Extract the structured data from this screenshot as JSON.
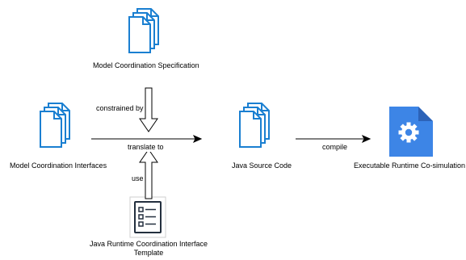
{
  "nodes": {
    "spec": {
      "label": "Model Coordination Specification",
      "icon": "document-stack-icon"
    },
    "interfaces": {
      "label": "Model Coordination Interfaces",
      "icon": "document-stack-icon"
    },
    "template": {
      "label": "Java Runtime Coordination Interface Template",
      "icon": "checklist-icon"
    },
    "source": {
      "label": "Java Source Code",
      "icon": "document-stack-icon"
    },
    "executable": {
      "label": "Executable Runtime Co-simulation",
      "icon": "gear-file-icon"
    }
  },
  "edges": {
    "constrained_by": "constrained by",
    "translate_to": "translate to",
    "use": "use",
    "compile": "compile"
  },
  "colors": {
    "doc_stroke": "#1a7fd1",
    "gear_file": "#3d85e6",
    "gear_fold": "#2c63b8",
    "arrow": "#000000"
  }
}
